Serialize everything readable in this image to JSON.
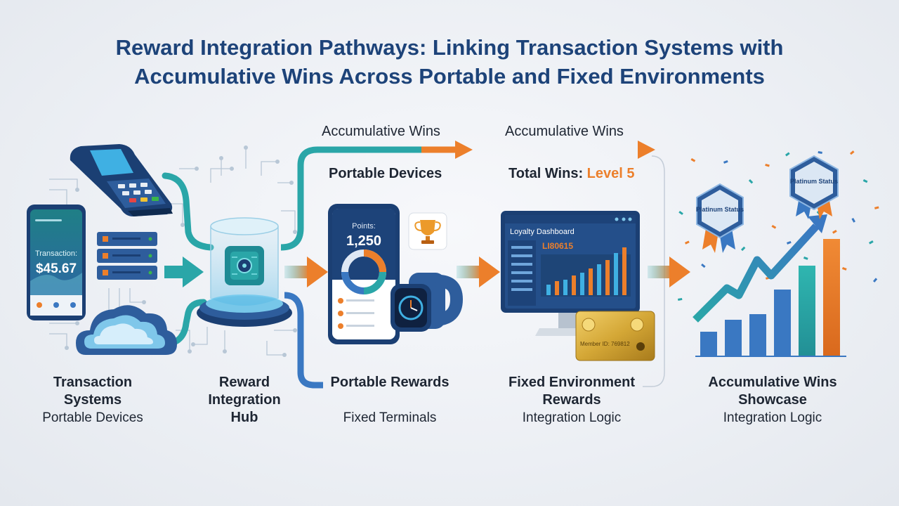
{
  "title": {
    "line1": "Reward Integration Pathways: Linking Transaction Systems with",
    "line2": "Accumulative Wins Across Portable and Fixed Environments"
  },
  "flow_top": {
    "left_label": "Accumulative Wins",
    "right_label": "Accumulative Wins",
    "portable_devices": "Portable Devices",
    "total_wins_prefix": "Total Wins:",
    "total_wins_level": "Level 5"
  },
  "phone_left": {
    "caption": "Transaction:",
    "amount": "$45.67"
  },
  "phone_mid": {
    "points_label": "Points:",
    "points_value": "1,250"
  },
  "dashboard": {
    "title": "Loyalty Dashboard",
    "figure": "LI80615"
  },
  "card": {
    "text": "Member ID: 769812"
  },
  "badges": {
    "left": "Platinum Status",
    "right": "Platinum Status"
  },
  "stages": [
    {
      "title": "Transaction Systems",
      "subtitle": "Portable Devices"
    },
    {
      "title": "Reward Integration Hub",
      "subtitle": ""
    },
    {
      "title": "Portable Rewards",
      "subtitle": "Fixed Terminals"
    },
    {
      "title": "Fixed Environment Rewards",
      "subtitle": "Integration Logic"
    },
    {
      "title": "Accumulative Wins Showcase",
      "subtitle": "Integration Logic"
    }
  ],
  "colors": {
    "navy": "#1d4379",
    "teal": "#2aa6a8",
    "blue": "#3a78c2",
    "orange": "#ec7f2b",
    "gold": "#d4a736"
  }
}
